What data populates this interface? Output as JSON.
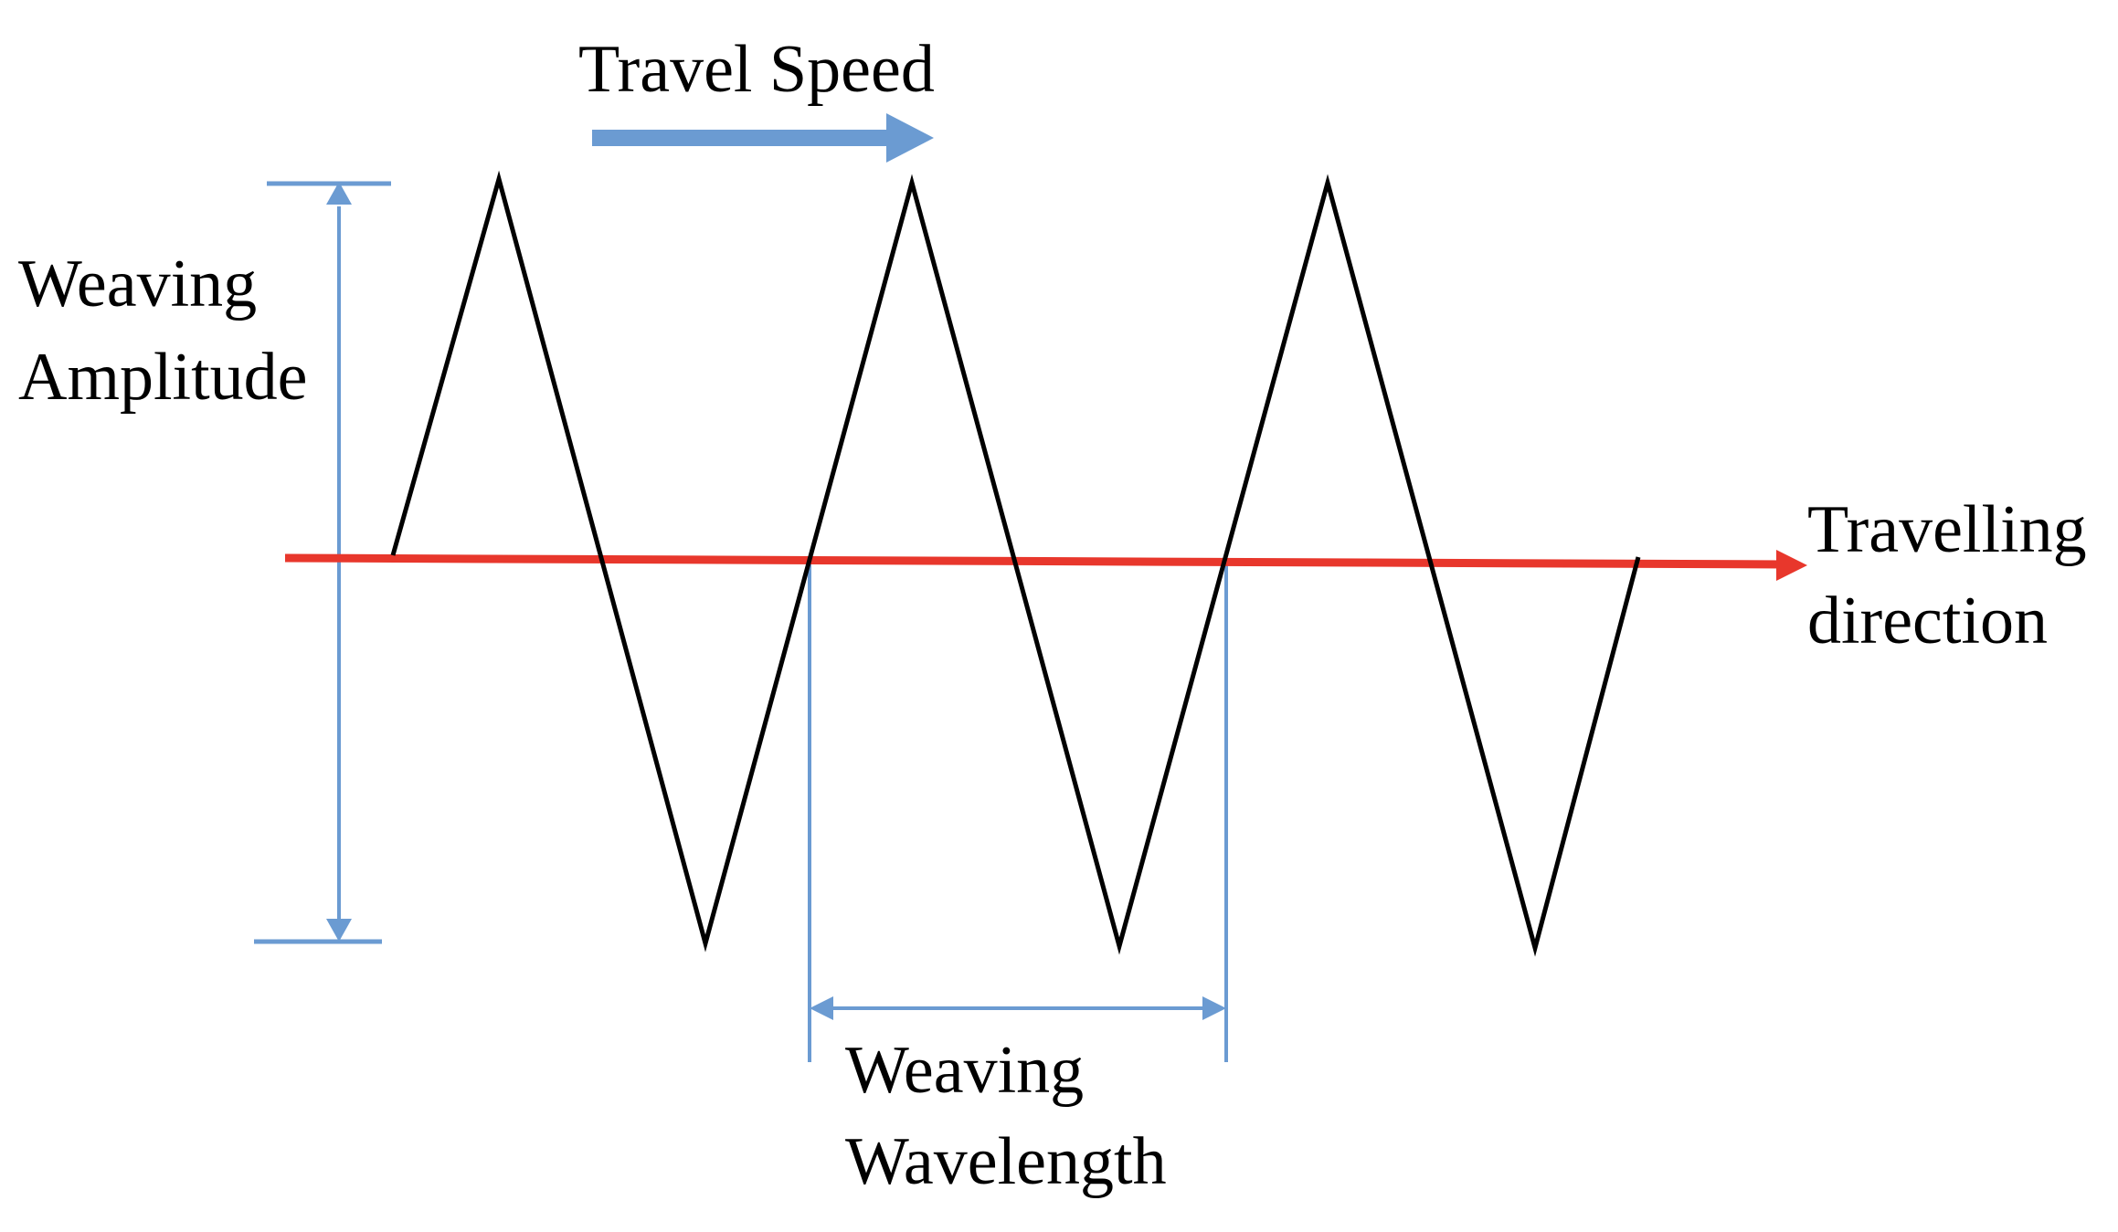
{
  "labels": {
    "travel_speed": "Travel Speed",
    "weaving_amplitude_line1": "Weaving",
    "weaving_amplitude_line2": "Amplitude",
    "travelling_direction_line1": "Travelling",
    "travelling_direction_line2": "direction",
    "weaving_wavelength_line1": "Weaving",
    "weaving_wavelength_line2": "Wavelength"
  },
  "colors": {
    "waveform": "#000000",
    "travel_axis": "#e8372c",
    "dimension": "#6b9bd2",
    "speed_arrow": "#6b9bd2",
    "text": "#000000"
  }
}
